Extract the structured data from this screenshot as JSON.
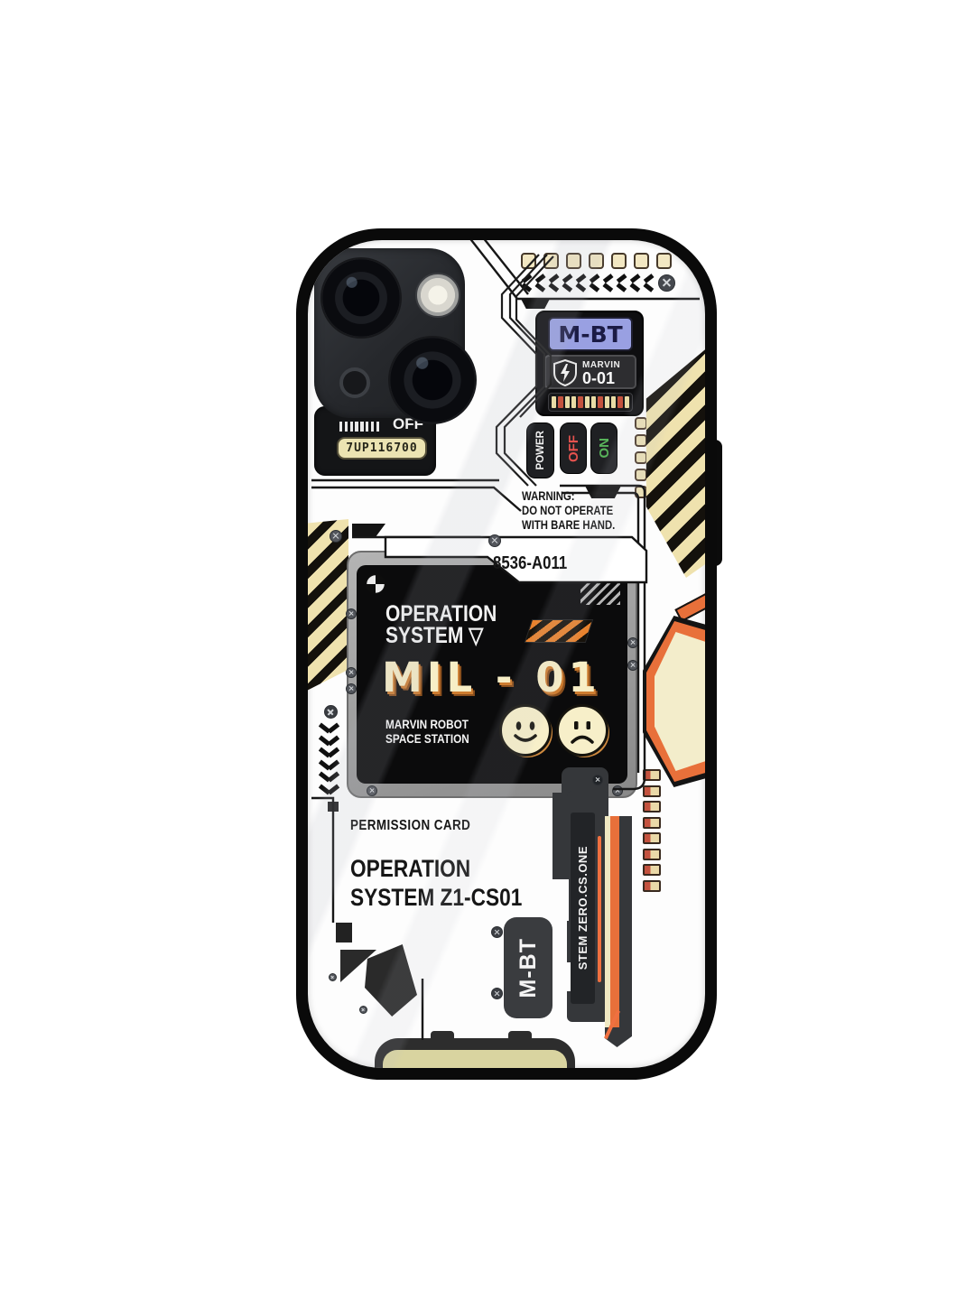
{
  "case_print": {
    "top_strip": {
      "led_count": 7,
      "chevron_count": 10
    },
    "camera_lcd": {
      "off_label": "OFF",
      "value": "7UP116700"
    },
    "battery_module": {
      "badge": "M-BT",
      "brand": "MARVIN",
      "unit": "0-01",
      "gauge_segments": [
        "beige",
        "red",
        "beige",
        "beige",
        "red",
        "beige",
        "beige",
        "red",
        "beige",
        "beige",
        "red",
        "beige"
      ]
    },
    "power_controls": {
      "power_label": "POWER",
      "off_label": "OFF",
      "on_label": "ON",
      "led_count": 5
    },
    "warning": {
      "line1": "WARNING:",
      "line2": "DO NOT OPERATE",
      "line3": "WITH BARE HAND."
    },
    "serial_plate": {
      "code": "8536-A011"
    },
    "os_panel": {
      "title_line1": "OPERATION",
      "title_line2": "SYSTEM ▽",
      "model": "MIL - 01",
      "caption_line1": "MARVIN ROBOT",
      "caption_line2": "SPACE STATION"
    },
    "left_decor": {
      "chevron_count": 6
    },
    "permission": {
      "label": "PERMISSION CARD",
      "line1": "OPERATION",
      "line2": "SYSTEM Z1-CS01"
    },
    "robot_arm": {
      "label": "STEM ZERO.CS.ONE",
      "connector_count": 8
    },
    "side_tab": {
      "label": "M-BT"
    },
    "colors": {
      "gauge_beige": "#e9dca6",
      "gauge_red": "#c4523e",
      "orange": "#e8703a",
      "off_red": "#e5524e",
      "on_green": "#58b35a",
      "badge_periwinkle": "#99a0e2",
      "cream": "#f6eec8"
    }
  }
}
